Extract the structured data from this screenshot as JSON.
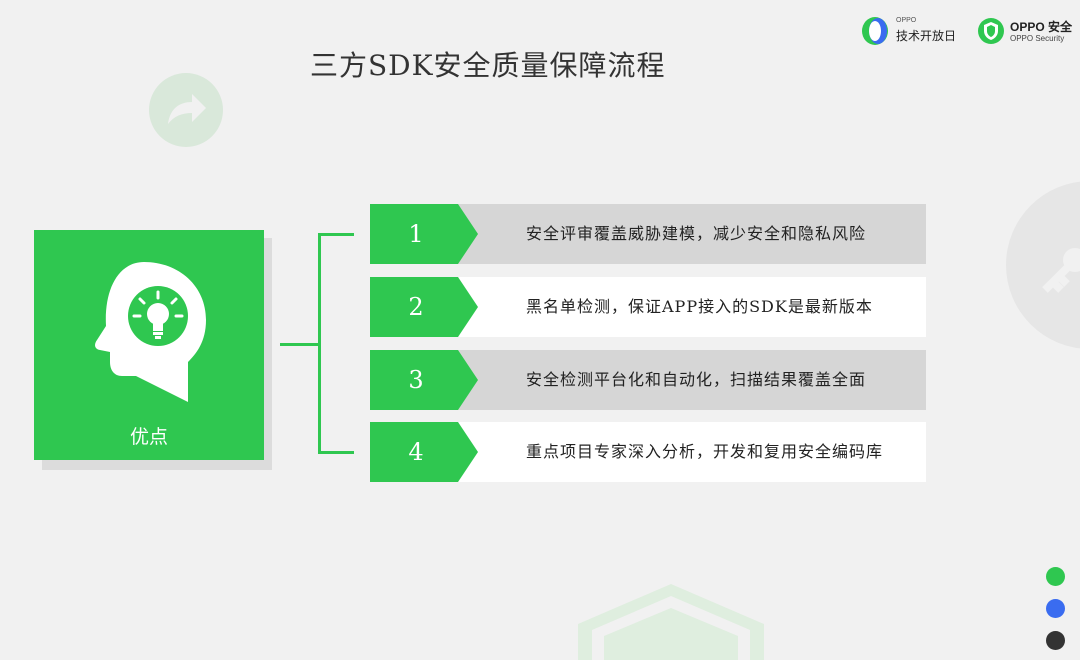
{
  "slide": {
    "title": "三方SDK安全质量保障流程"
  },
  "logos": {
    "tech_day": {
      "small": "OPPO",
      "big": "技术开放日",
      "icon": "oppo-tech-day-logo"
    },
    "security": {
      "big": "OPPO 安全",
      "small": "OPPO Security",
      "icon": "shield-logo"
    }
  },
  "card": {
    "label": "优点",
    "icon": "head-lightbulb-icon",
    "color": "#2fc750"
  },
  "items": [
    {
      "num": "1",
      "text": "安全评审覆盖威胁建模，减少安全和隐私风险"
    },
    {
      "num": "2",
      "text": "黑名单检测，保证APP接入的SDK是最新版本"
    },
    {
      "num": "3",
      "text": "安全检测平台化和自动化，扫描结果覆盖全面"
    },
    {
      "num": "4",
      "text": "重点项目专家深入分析，开发和复用安全编码库"
    }
  ],
  "colors": {
    "accent_green": "#2fc750",
    "dot_green": "#2fc750",
    "dot_blue": "#3a6cf0",
    "dot_dark": "#333333"
  }
}
